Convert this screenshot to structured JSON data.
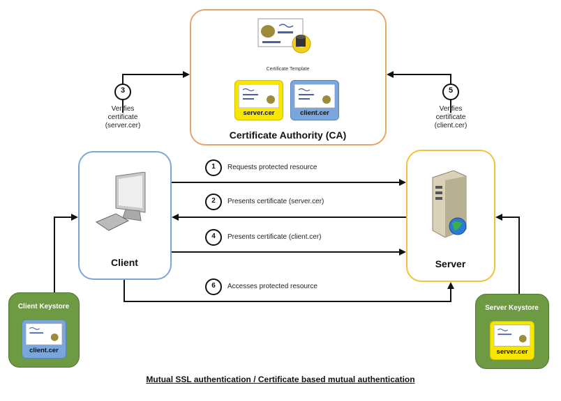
{
  "ca": {
    "title": "Certificate Authority (CA)",
    "template_label": "Certificate Template",
    "server_cert_label": "server.cer",
    "client_cert_label": "client.cer"
  },
  "client": {
    "title": "Client"
  },
  "server": {
    "title": "Server"
  },
  "client_keystore": {
    "title": "Client Keystore",
    "cert_label": "client.cer"
  },
  "server_keystore": {
    "title": "Server Keystore",
    "cert_label": "server.cer"
  },
  "verify_left": {
    "step": "3",
    "line1": "Verifies",
    "line2": "certificate",
    "line3": "(server.cer)"
  },
  "verify_right": {
    "step": "5",
    "line1": "Verifies",
    "line2": "certificate",
    "line3": "(client.cer)"
  },
  "steps": [
    {
      "num": "1",
      "text": "Requests protected resource"
    },
    {
      "num": "2",
      "text": "Presents certificate (server.cer)"
    },
    {
      "num": "4",
      "text": "Presents certificate (client.cer)"
    },
    {
      "num": "6",
      "text": "Accesses protected resource"
    }
  ],
  "caption": "Mutual SSL authentication / Certificate based mutual authentication",
  "colors": {
    "ca_border": "#e9a46a",
    "client_border": "#7aa6dc",
    "server_border": "#f2c335",
    "keystore_fill": "#6e9a43",
    "server_cert_frame": "#f7e600",
    "client_cert_frame": "#7aa6dc"
  },
  "icons": [
    "monitor-icon",
    "keyboard-icon",
    "server-tower-icon",
    "globe-icon",
    "gear-icon",
    "database-icon",
    "certificate-icon",
    "arrow-icon"
  ]
}
